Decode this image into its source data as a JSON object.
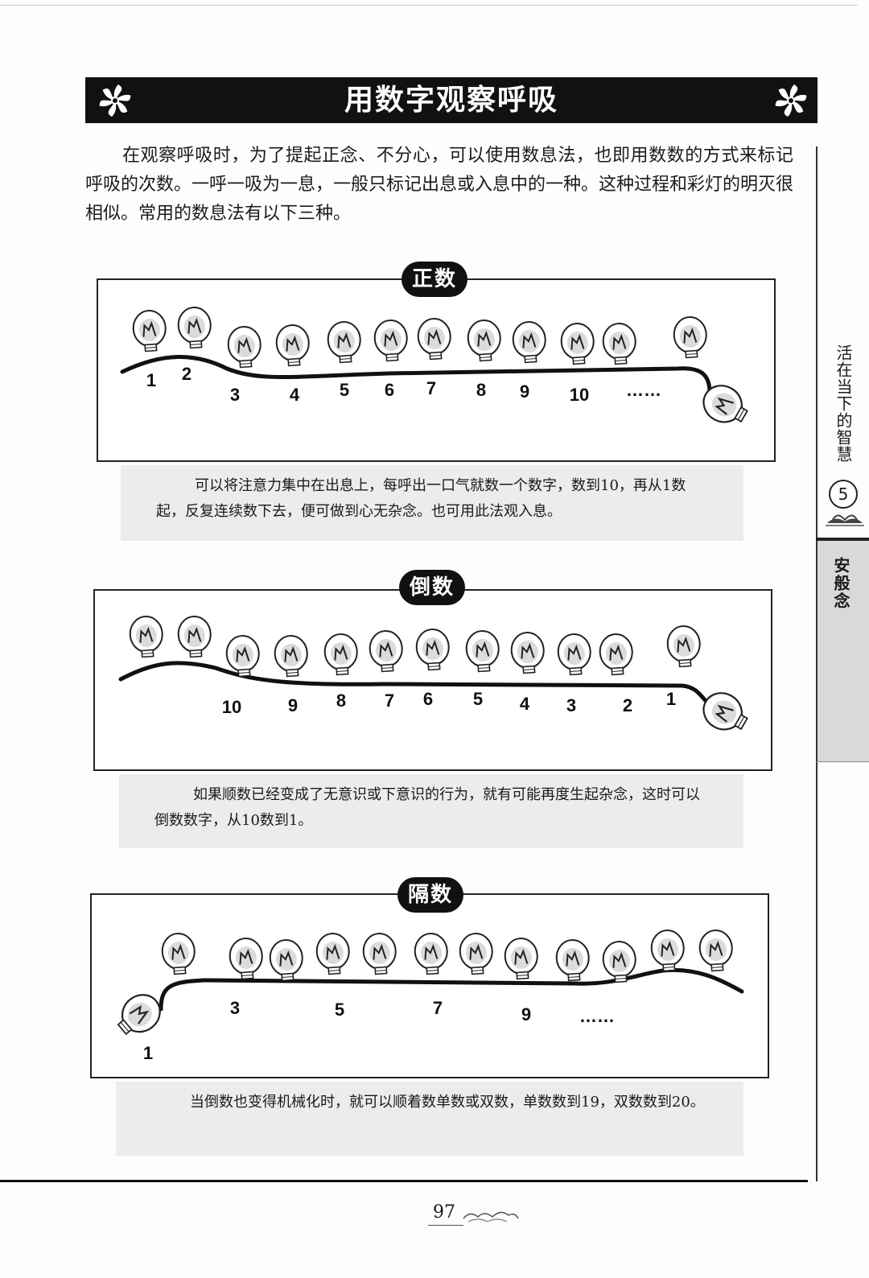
{
  "title": "用数字观察呼吸",
  "intro": "在观察呼吸时，为了提起正念、不分心，可以使用数息法，也即用数数的方式来标记呼吸的次数。一呼一吸为一息，一般只标记出息或入息中的一种。这种过程和彩灯的明灭很相似。常用的数息法有以下三种。",
  "sections": [
    {
      "label": "正数",
      "numbers": [
        "1",
        "2",
        "3",
        "4",
        "5",
        "6",
        "7",
        "8",
        "9",
        "10",
        "……"
      ],
      "caption": "可以将注意力集中在出息上，每呼出一口气就数一个数字，数到10，再从1数起，反复连续数下去，便可做到心无杂念。也可用此法观入息。"
    },
    {
      "label": "倒数",
      "numbers": [
        "10",
        "9",
        "8",
        "7",
        "6",
        "5",
        "4",
        "3",
        "2",
        "1"
      ],
      "caption": "如果顺数已经变成了无意识或下意识的行为，就有可能再度生起杂念，这时可以倒数数字，从10数到1。"
    },
    {
      "label": "隔数",
      "numbers": [
        "1",
        "3",
        "5",
        "7",
        "9",
        "……"
      ],
      "caption": "当倒数也变得机械化时，就可以顺着数单数或双数，单数数到19，双数数到20。"
    }
  ],
  "sidebar": {
    "book_title": "活在当下的智慧",
    "chapter": "5",
    "section": "安般念"
  },
  "page_number": "97"
}
